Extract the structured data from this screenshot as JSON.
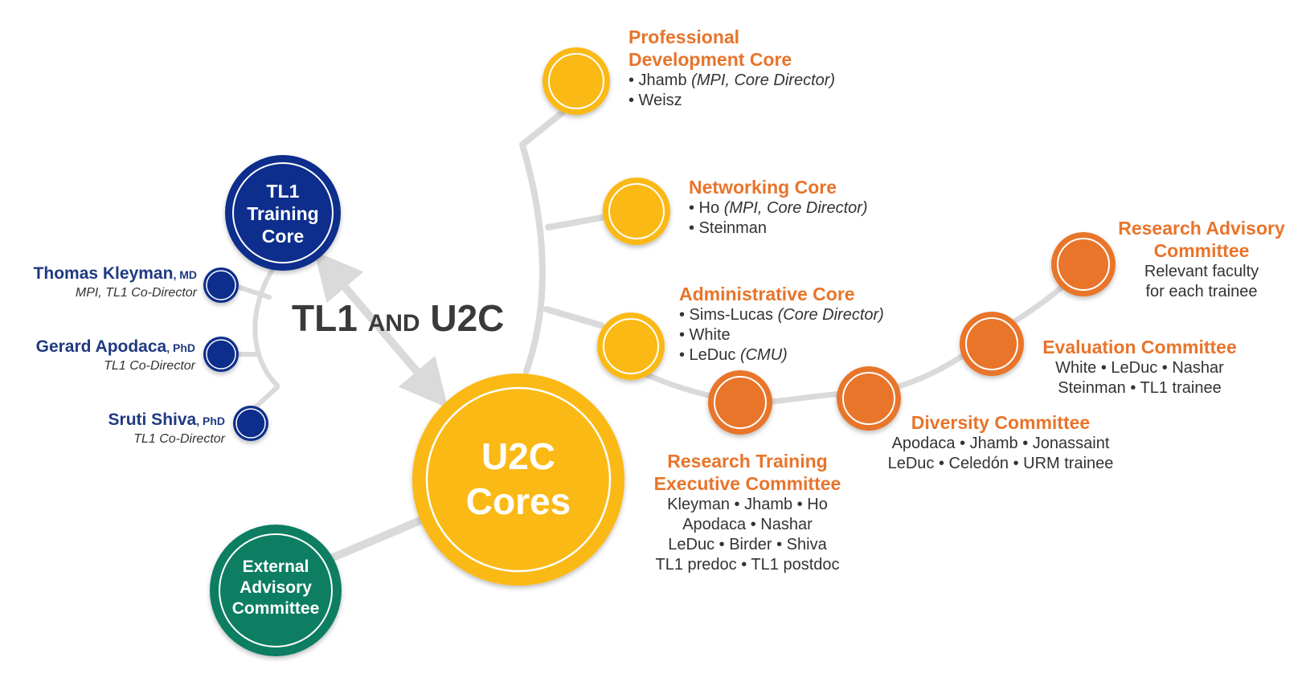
{
  "colors": {
    "navy": "#0D2D8C",
    "navy_text": "#1F3A80",
    "yellow": "#FBB919",
    "orange": "#E8742B",
    "green": "#0E7E62",
    "connector": "#DADADA",
    "dark_text": "#3A3A3A"
  },
  "heading": {
    "part1": "TL1",
    "part2": "AND",
    "part3": "U2C"
  },
  "tl1_core": {
    "lines": [
      "TL1",
      "Training",
      "Core"
    ]
  },
  "u2c_core": {
    "lines": [
      "U2C",
      "Cores"
    ]
  },
  "external": {
    "lines": [
      "External",
      "Advisory",
      "Committee"
    ]
  },
  "people": [
    {
      "name": "Thomas Kleyman",
      "degree": ", MD",
      "role": "MPI, TL1 Co-Director"
    },
    {
      "name": "Gerard Apodaca",
      "degree": ", PhD",
      "role": "TL1 Co-Director"
    },
    {
      "name": "Sruti Shiva",
      "degree": ", PhD",
      "role": "TL1 Co-Director"
    }
  ],
  "professional_dev": {
    "title": [
      "Professional",
      "Development Core"
    ],
    "items": [
      {
        "text": "• Jhamb ",
        "note": "(MPI, Core Director)"
      },
      {
        "text": "• Weisz",
        "note": ""
      }
    ]
  },
  "networking": {
    "title": [
      "Networking Core"
    ],
    "items": [
      {
        "text": "• Ho ",
        "note": "(MPI, Core Director)"
      },
      {
        "text": "• Steinman",
        "note": ""
      }
    ]
  },
  "administrative": {
    "title": [
      "Administrative Core"
    ],
    "items": [
      {
        "text": "• Sims-Lucas ",
        "note": "(Core Director)"
      },
      {
        "text": "• White",
        "note": ""
      },
      {
        "text": "• LeDuc ",
        "note": "(CMU)"
      }
    ]
  },
  "research_training": {
    "title": [
      "Research Training",
      "Executive Committee"
    ],
    "items": [
      "Kleyman • Jhamb • Ho",
      "Apodaca • Nashar",
      "LeDuc • Birder • Shiva",
      "TL1 predoc • TL1 postdoc"
    ]
  },
  "diversity": {
    "title": [
      "Diversity Committee"
    ],
    "items": [
      "Apodaca • Jhamb • Jonassaint",
      "LeDuc • Celedón • URM trainee"
    ]
  },
  "evaluation": {
    "title": [
      "Evaluation Committee"
    ],
    "items": [
      "White • LeDuc • Nashar",
      "Steinman • TL1 trainee"
    ]
  },
  "research_advisory": {
    "title": [
      "Research Advisory",
      "Committee"
    ],
    "items": [
      "Relevant faculty",
      "for each trainee"
    ]
  }
}
